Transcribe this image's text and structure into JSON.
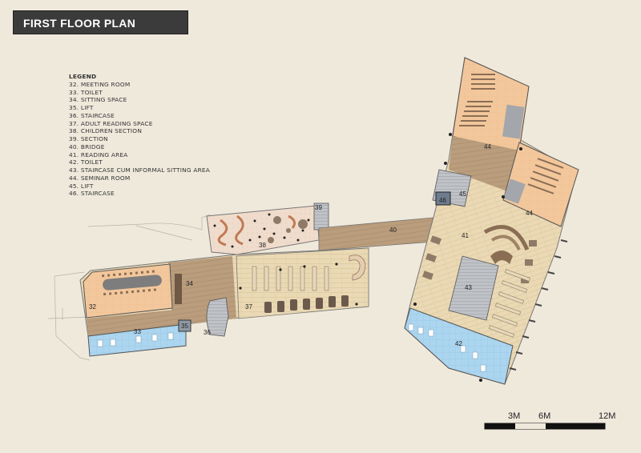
{
  "title": "FIRST FLOOR PLAN",
  "legend": {
    "heading": "LEGEND",
    "items": [
      "32. MEETING ROOM",
      "33. TOILET",
      "34. SITTING SPACE",
      "35. LIFT",
      "36. STAIRCASE",
      "37. ADULT READING SPACE",
      "38. CHILDREN SECTION",
      "39. SECTION",
      "40. BRIDGE",
      "41. READING AREA",
      "42. TOILET",
      "43. STAIRCASE CUM INFORMAL SITTING AREA",
      "44. SEMINAR ROOM",
      "45. LIFT",
      "46. STAIRCASE"
    ]
  },
  "rooms": {
    "r32": "32",
    "r33": "33",
    "r34": "34",
    "r35": "35",
    "r36": "36",
    "r37": "37",
    "r38": "38",
    "r39": "39",
    "r40": "40",
    "r41": "41",
    "r42": "42",
    "r43": "43",
    "r44a": "44",
    "r44b": "44",
    "r45": "45",
    "r46": "46"
  },
  "scale": {
    "labels": [
      "3M",
      "6M",
      "12M"
    ]
  },
  "colors": {
    "background": "#efe9dc",
    "wood": "#e8d6b0",
    "dark_wood": "#b79a78",
    "peach": "#f2c59a",
    "toilet_blue": "#a9d3ee",
    "grey": "#a8a8a8"
  }
}
